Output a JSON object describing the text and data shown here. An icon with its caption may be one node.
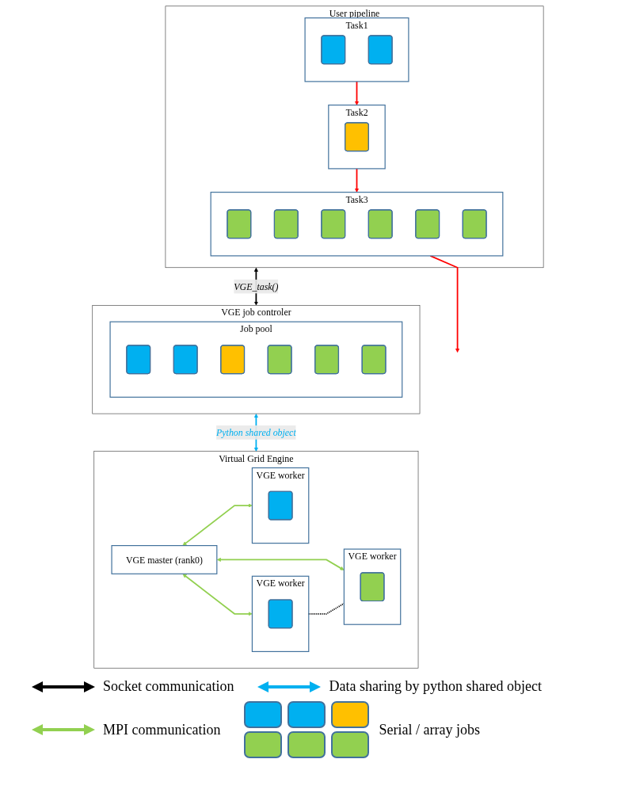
{
  "diagram": {
    "nodes": [
      {
        "text": [
          "User pipeline"
        ]
      },
      {
        "text": [
          "Task1"
        ],
        "in": 0
      },
      {
        "text": [],
        "shape": "box",
        "in": 1
      },
      {
        "text": [],
        "shape": "box",
        "in": 1
      },
      {
        "text": [
          "Task2"
        ],
        "in": 0
      },
      {
        "text": [],
        "shape": "box",
        "in": 4
      },
      {
        "text": [
          "Task3"
        ],
        "in": 0
      },
      {
        "text": [],
        "shape": "box",
        "in": 6
      },
      {
        "text": [],
        "shape": "box",
        "in": 6
      },
      {
        "text": [],
        "shape": "box",
        "in": 6
      },
      {
        "text": [],
        "shape": "box",
        "in": 6
      },
      {
        "text": [],
        "shape": "box",
        "in": 6
      },
      {
        "text": [],
        "shape": "box",
        "in": 6
      },
      {
        "text": [
          "VGE job controler"
        ]
      },
      {
        "text": [
          "Job pool"
        ],
        "in": 13
      },
      {
        "text": [],
        "shape": "box",
        "in": 14
      },
      {
        "text": [],
        "shape": "box",
        "in": 14
      },
      {
        "text": [],
        "shape": "box",
        "in": 14
      },
      {
        "text": [],
        "shape": "box",
        "in": 14
      },
      {
        "text": [],
        "shape": "box",
        "in": 14
      },
      {
        "text": [],
        "shape": "box",
        "in": 14
      },
      {
        "text": [
          "Virtual Grid Engine"
        ]
      },
      {
        "text": [
          "VGE master (rank0)"
        ],
        "in": 21
      },
      {
        "text": [
          "VGE worker"
        ],
        "in": 21
      },
      {
        "text": [],
        "shape": "box",
        "in": 23
      },
      {
        "text": [
          "VGE worker"
        ],
        "in": 21
      },
      {
        "text": [],
        "shape": "box",
        "in": 25
      },
      {
        "text": [
          "VGE worker"
        ],
        "in": 21
      },
      {
        "text": [],
        "shape": "box",
        "in": 27
      }
    ],
    "edges": [
      {
        "from": 1,
        "to": 4,
        "arrow": "to",
        "color": "#ff0000"
      },
      {
        "from": 4,
        "to": 6,
        "arrow": "to",
        "color": "#ff0000"
      },
      {
        "from": 6,
        "to": null,
        "arrow": "to",
        "color": "#ff0000"
      },
      {
        "from": 0,
        "to": 13,
        "arrow": "both",
        "label": "VGE_task()",
        "color": "#000000"
      },
      {
        "from": 13,
        "to": 21,
        "arrow": "both",
        "label": "Python shared object",
        "color": "#00b0f0"
      },
      {
        "from": 22,
        "to": 23,
        "arrow": "both",
        "color": "#92d050"
      },
      {
        "from": 22,
        "to": 25,
        "arrow": "both",
        "color": "#92d050"
      },
      {
        "from": 22,
        "to": 27,
        "arrow": "both",
        "color": "#92d050"
      },
      {
        "from": 25,
        "to": 27,
        "arrow": "none",
        "style": "dashed",
        "color": "#000000"
      }
    ],
    "legend": [
      {
        "text": "Socket communication"
      },
      {
        "text": "Data sharing by python shared object"
      },
      {
        "text": "MPI communication"
      },
      {
        "text": "Serial / array jobs"
      }
    ]
  }
}
